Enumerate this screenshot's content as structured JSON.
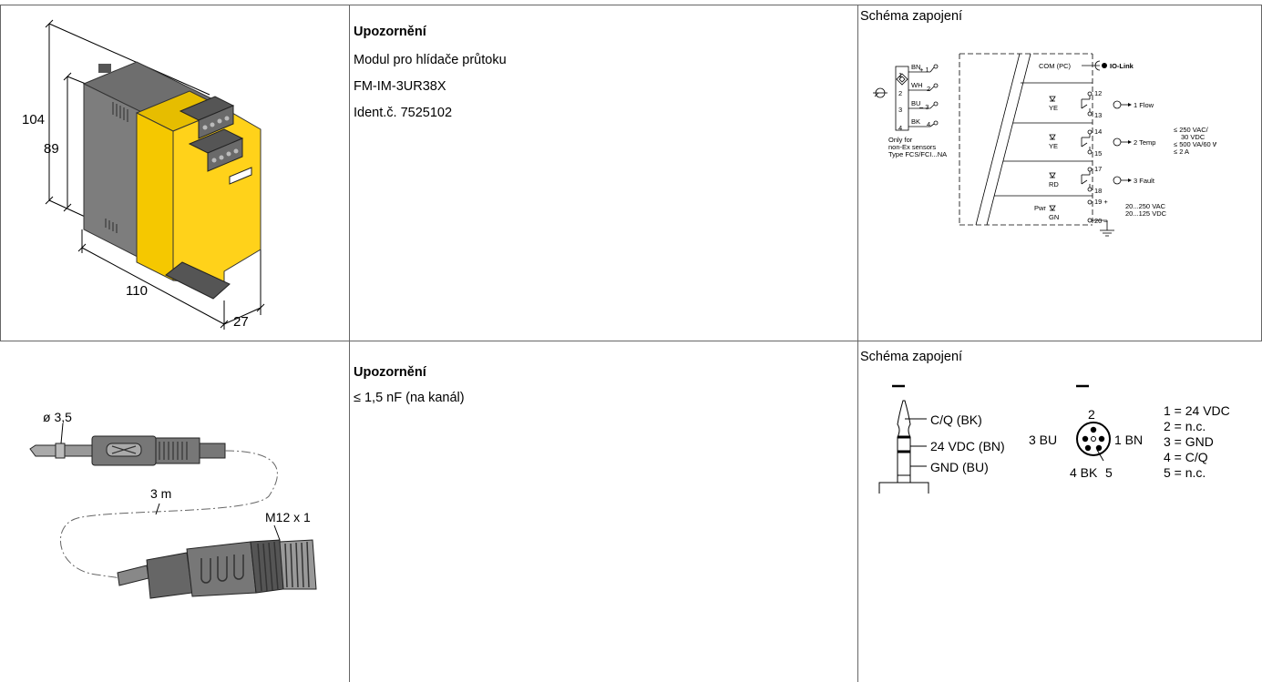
{
  "rows": [
    {
      "dimensions": {
        "height_total": "104",
        "height_inner": "89",
        "depth": "110",
        "width": "27"
      },
      "note": {
        "title": "Upozornění",
        "lines": [
          "Modul pro hlídače průtoku",
          "FM-IM-3UR38X",
          "Ident.č. 7525102"
        ]
      },
      "schema": {
        "title": "Schéma zapojení",
        "sensor_wires": [
          "BN",
          "WH",
          "BU",
          "BK"
        ],
        "sensor_pins": [
          "1",
          "2",
          "3",
          "4"
        ],
        "terminal_labels": [
          "+ 1",
          "2",
          "– 3",
          "4"
        ],
        "sensor_note": [
          "Only for",
          "non-Ex sensors",
          "Type FCS/FCI...NA"
        ],
        "com_label": "COM (PC)",
        "iolink_label": "IO-Link",
        "led_labels": [
          "YE",
          "YE",
          "RD",
          "GN"
        ],
        "pwr_label": "Pwr",
        "relay_terminals": [
          "12",
          "13",
          "14",
          "15",
          "17",
          "18",
          "19 +",
          "20 –"
        ],
        "outputs": [
          "1 Flow",
          "2 Temp",
          "3 Fault"
        ],
        "ratings": [
          "≤ 250 VAC/",
          "30 VDC",
          "≤ 500 VA/60 W",
          "≤ 2 A"
        ],
        "supply": [
          "20...250 VAC",
          "20...125 VDC"
        ]
      }
    },
    {
      "cable": {
        "diameter": "ø 3,5",
        "length": "3 m",
        "thread": "M12 x 1"
      },
      "note": {
        "title": "Upozornění",
        "lines": [
          "≤ 1,5 nF (na kanál)"
        ]
      },
      "schema": {
        "title": "Schéma zapojení",
        "jack_labels": [
          "C/Q (BK)",
          "24 VDC (BN)",
          "GND (BU)"
        ],
        "m12_pins": {
          "top": "2",
          "left": "3 BU",
          "right": "1 BN",
          "bottom_left": "4 BK",
          "bottom_right": "5"
        },
        "pin_assignments": [
          "1 = 24 VDC",
          "2 = n.c.",
          "3 = GND",
          "4 = C/Q",
          "5 = n.c."
        ]
      }
    }
  ]
}
